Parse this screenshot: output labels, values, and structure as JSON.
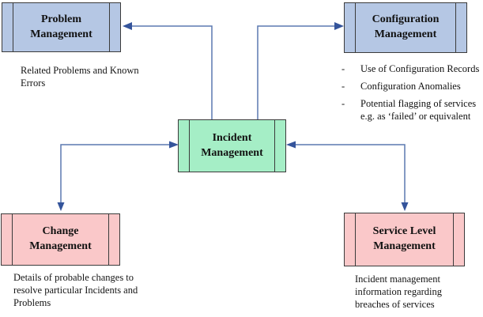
{
  "nodes": {
    "incident": {
      "title": "Incident Management"
    },
    "problem": {
      "title": "Problem Management",
      "note": "Related Problems and Known Errors"
    },
    "configuration": {
      "title": "Configuration Management",
      "bullet_marker": "-",
      "bullets": [
        "Use of Configuration Records",
        "Configuration Anomalies",
        "Potential flagging of services e.g. as ‘failed’ or equivalent"
      ]
    },
    "change": {
      "title": "Change Management",
      "note": "Details of probable changes to resolve particular Incidents and Problems"
    },
    "service_level": {
      "title": "Service Level Management",
      "note": "Incident management information regarding breaches of services"
    }
  },
  "colors": {
    "problem_fill": "#B5C7E4",
    "configuration_fill": "#B5C7E4",
    "incident_fill": "#A5EEC6",
    "change_fill": "#FAC8C9",
    "service_level_fill": "#FAC8C9",
    "box_border": "#3B3B3B",
    "arrow_line": "#5B79B1",
    "arrow_head": "#34549B"
  }
}
